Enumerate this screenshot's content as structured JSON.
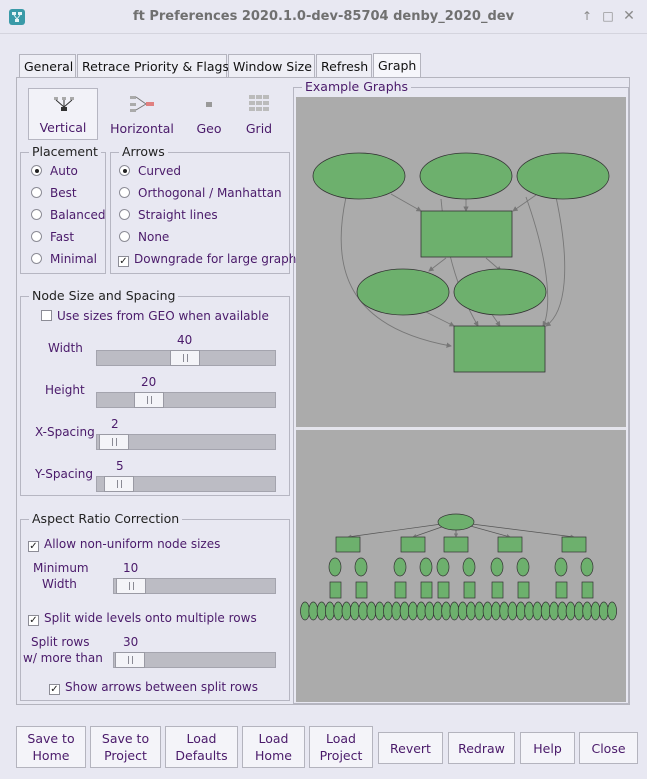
{
  "window": {
    "title": "ft Preferences 2020.1.0-dev-85704 denby_2020_dev"
  },
  "tabs": [
    "General",
    "Retrace Priority & Flags",
    "Window Size",
    "Refresh",
    "Graph"
  ],
  "layout_buttons": [
    "Vertical",
    "Horizontal",
    "Geo",
    "Grid"
  ],
  "placement": {
    "title": "Placement",
    "options": [
      "Auto",
      "Best",
      "Balanced",
      "Fast",
      "Minimal"
    ],
    "selected": "Auto"
  },
  "arrows": {
    "title": "Arrows",
    "options": [
      "Curved",
      "Orthogonal / Manhattan",
      "Straight lines",
      "None"
    ],
    "selected": "Curved",
    "downgrade_label": "Downgrade for large graphs",
    "downgrade_checked": true
  },
  "node_size": {
    "title": "Node Size and Spacing",
    "use_geo_label": "Use sizes from GEO when available",
    "use_geo_checked": false,
    "sliders": [
      {
        "label": "Width",
        "value": "40"
      },
      {
        "label": "Height",
        "value": "20"
      },
      {
        "label": "X-Spacing",
        "value": "2"
      },
      {
        "label": "Y-Spacing",
        "value": "5"
      }
    ]
  },
  "aspect": {
    "title": "Aspect Ratio Correction",
    "nonuniform_label": "Allow non-uniform node sizes",
    "nonuniform_checked": true,
    "min_width_line1": "Minimum",
    "min_width_line2": "Width",
    "min_width_value": "10",
    "split_label": "Split wide levels onto multiple rows",
    "split_checked": true,
    "split_rows_line1": "Split rows",
    "split_rows_line2": "w/ more than",
    "split_rows_value": "30",
    "show_arrows_label": "Show arrows between split rows",
    "show_arrows_checked": true
  },
  "example": {
    "title": "Example Graphs"
  },
  "buttons": {
    "save_home": [
      "Save to",
      "Home"
    ],
    "save_project": [
      "Save to",
      "Project"
    ],
    "load_defaults": [
      "Load",
      "Defaults"
    ],
    "load_home": [
      "Load",
      "Home"
    ],
    "load_project": [
      "Load",
      "Project"
    ],
    "revert": "Revert",
    "redraw": "Redraw",
    "help": "Help",
    "close": "Close"
  },
  "colors": {
    "node_fill": "#6db06d",
    "preview_bg": "#ababab",
    "accent_text": "#4a1a6a"
  }
}
